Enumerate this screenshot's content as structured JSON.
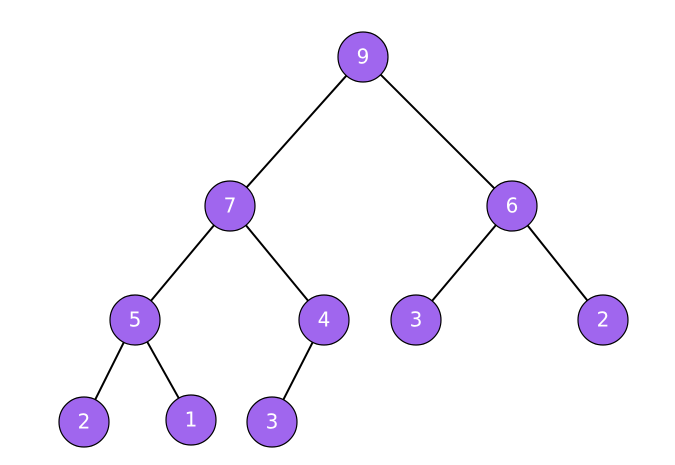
{
  "colors": {
    "node_fill": "#a066ee",
    "node_stroke": "#000000",
    "label": "#ffffff",
    "edge": "#000000",
    "background": "#ffffff"
  },
  "tree": {
    "nodes": [
      {
        "id": "n0",
        "label": "9"
      },
      {
        "id": "n1",
        "label": "7"
      },
      {
        "id": "n2",
        "label": "6"
      },
      {
        "id": "n3",
        "label": "5"
      },
      {
        "id": "n4",
        "label": "4"
      },
      {
        "id": "n5",
        "label": "3"
      },
      {
        "id": "n6",
        "label": "2"
      },
      {
        "id": "n7",
        "label": "2"
      },
      {
        "id": "n8",
        "label": "1"
      },
      {
        "id": "n9",
        "label": "3"
      }
    ],
    "edges": [
      {
        "from": "n0",
        "to": "n1"
      },
      {
        "from": "n0",
        "to": "n2"
      },
      {
        "from": "n1",
        "to": "n3"
      },
      {
        "from": "n1",
        "to": "n4"
      },
      {
        "from": "n2",
        "to": "n5"
      },
      {
        "from": "n2",
        "to": "n6"
      },
      {
        "from": "n3",
        "to": "n7"
      },
      {
        "from": "n3",
        "to": "n8"
      },
      {
        "from": "n4",
        "to": "n9"
      }
    ]
  }
}
